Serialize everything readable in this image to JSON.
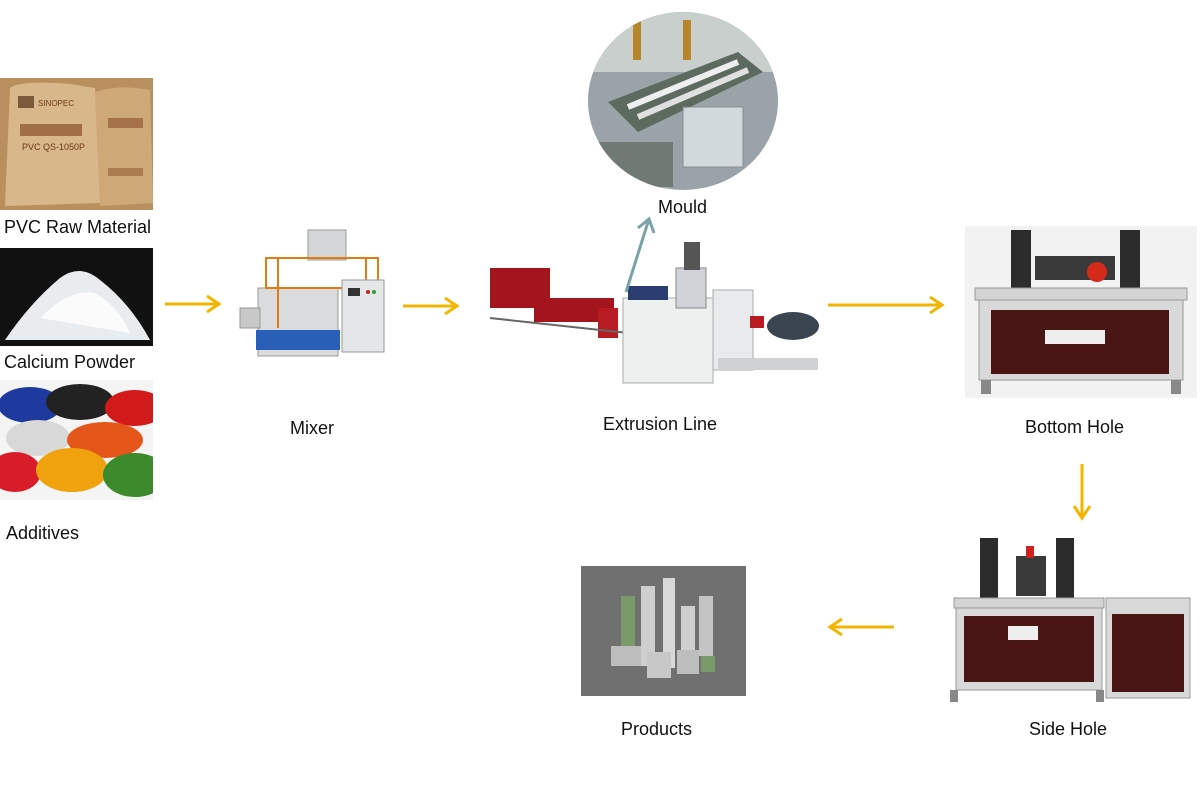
{
  "labels": {
    "pvc": "PVC Raw Material",
    "calcium": "Calcium Powder",
    "additives": "Additives",
    "mixer": "Mixer",
    "extrusion": "Extrusion Line",
    "mould": "Mould",
    "bottom_hole": "Bottom Hole",
    "side_hole": "Side Hole",
    "products": "Products"
  },
  "bag_text": {
    "logo": "SINOPEC",
    "grade": "PVC QS-1050P"
  },
  "colors": {
    "arrow": "#f2b600",
    "mould_arrow": "#7aa3a8",
    "machine_red": "#a3141c",
    "cabinet": "#4a1515"
  }
}
